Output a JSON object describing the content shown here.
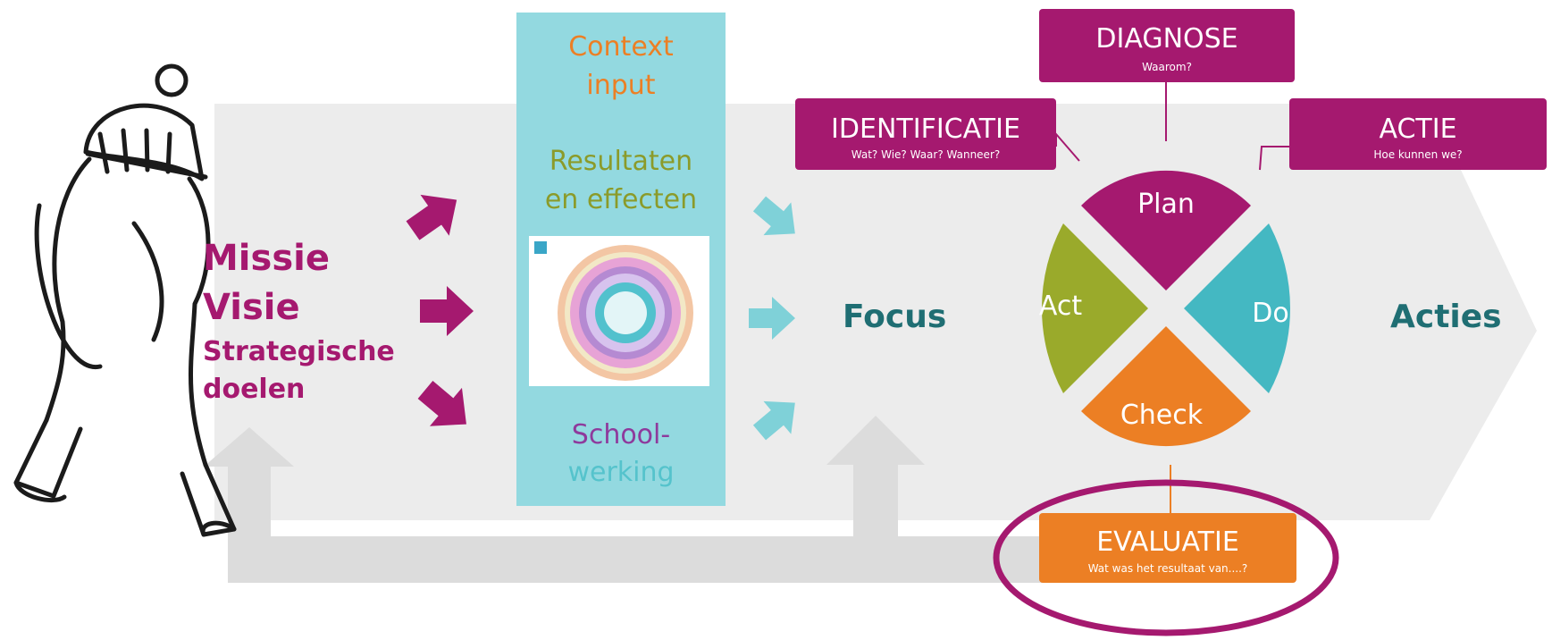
{
  "colors": {
    "magenta": "#a5196f",
    "teal_label": "#1f6e73",
    "orange": "#ec7f24",
    "olive": "#9aaa2b",
    "teal": "#44b8c2",
    "panel": "#93d9e0",
    "arrow_teal": "#7fd1d8",
    "band": "#ececec",
    "return_path": "#dcdcdc"
  },
  "left": {
    "line1": "Missie",
    "line2": "Visie",
    "line3": "Strategische",
    "line4": "doelen"
  },
  "column": {
    "context_line1": "Context",
    "context_line2": "input",
    "results_line1": "Resultaten",
    "results_line2": "en effecten",
    "school_line1": "School-",
    "school_line2": "werking"
  },
  "center": {
    "focus": "Focus"
  },
  "right": {
    "acties": "Acties"
  },
  "cycle": {
    "plan": "Plan",
    "do": "Do",
    "check": "Check",
    "act": "Act"
  },
  "boxes": {
    "diagnose_title": "DIAGNOSE",
    "diagnose_sub": "Waarom?",
    "identificatie_title": "IDENTIFICATIE",
    "identificatie_sub": "Wat? Wie? Waar? Wanneer?",
    "actie_title": "ACTIE",
    "actie_sub": "Hoe kunnen we?",
    "evaluatie_title": "EVALUATIE",
    "evaluatie_sub": "Wat was het resultaat van....?"
  }
}
